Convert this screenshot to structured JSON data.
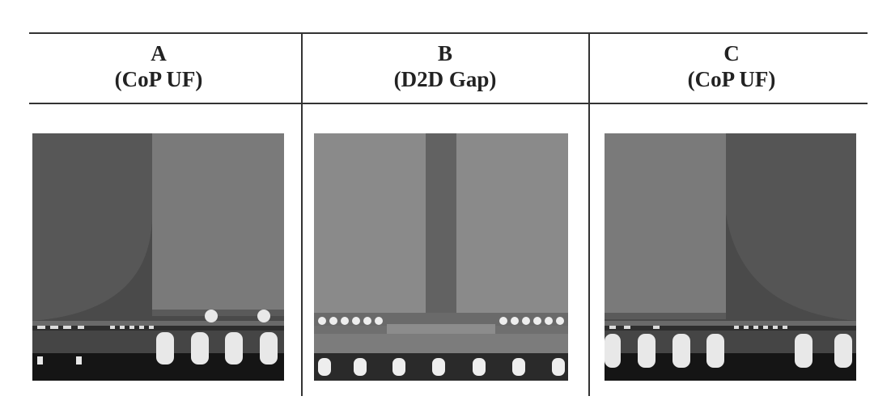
{
  "columns": [
    {
      "id": "A",
      "label": "A",
      "sublabel": "(CoP UF)"
    },
    {
      "id": "B",
      "label": "B",
      "sublabel": "(D2D Gap)"
    },
    {
      "id": "C",
      "label": "C",
      "sublabel": "(CoP UF)"
    }
  ]
}
